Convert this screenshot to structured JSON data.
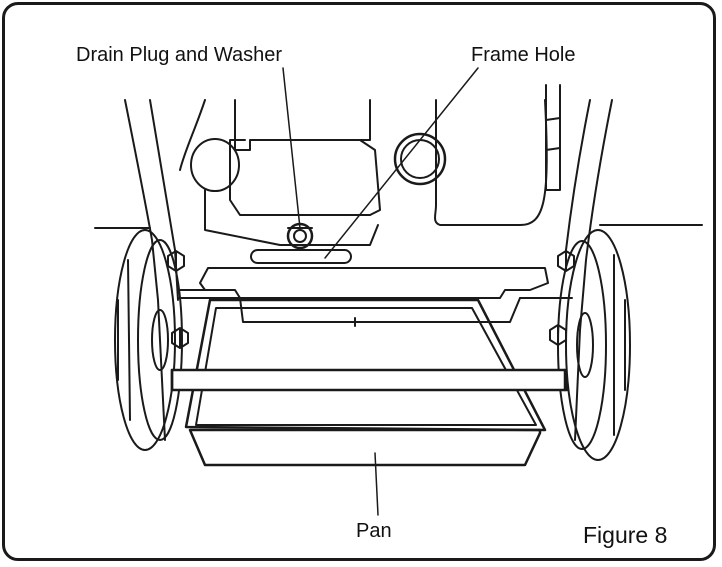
{
  "labels": {
    "drain_plug": "Drain Plug and Washer",
    "frame_hole": "Frame Hole",
    "pan": "Pan"
  },
  "figure_caption": "Figure 8"
}
